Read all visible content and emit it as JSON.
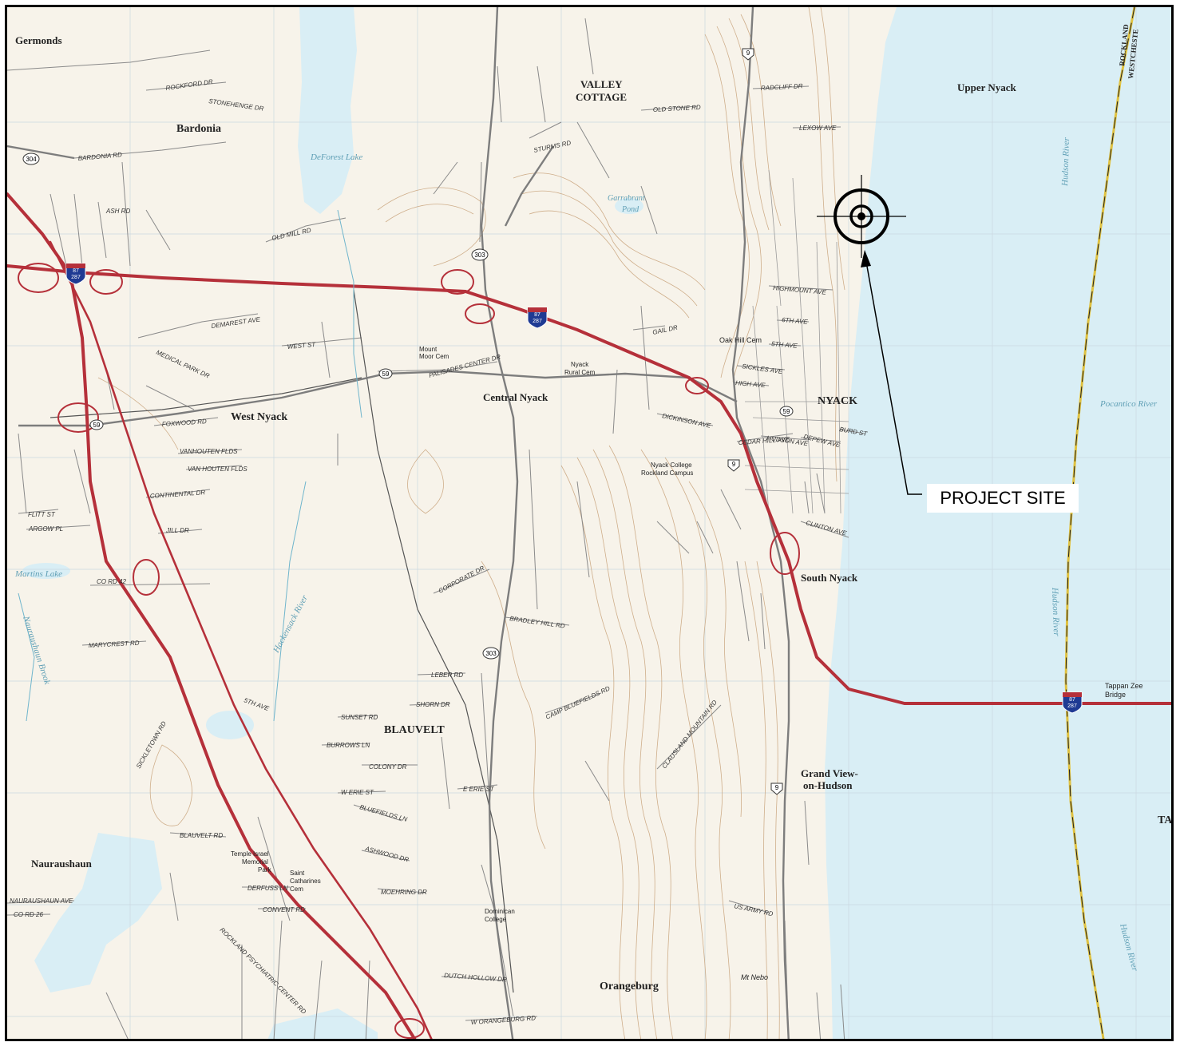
{
  "map": {
    "water_color": "#d9eef5",
    "land_color": "#f7f3ea",
    "interstate_color": "#b5303a",
    "contour_color": "#c8a27a",
    "road_color": "#8a8a8a",
    "towns": [
      {
        "id": "germonds",
        "label": "Germonds"
      },
      {
        "id": "bardonia",
        "label": "Bardonia"
      },
      {
        "id": "valley-cottage-1",
        "label": "VALLEY"
      },
      {
        "id": "valley-cottage-2",
        "label": "COTTAGE"
      },
      {
        "id": "upper-nyack",
        "label": "Upper Nyack"
      },
      {
        "id": "west-nyack",
        "label": "West Nyack"
      },
      {
        "id": "central-nyack",
        "label": "Central Nyack"
      },
      {
        "id": "nyack",
        "label": "NYACK"
      },
      {
        "id": "south-nyack",
        "label": "South Nyack"
      },
      {
        "id": "blauvelt",
        "label": "BLAUVELT"
      },
      {
        "id": "grand-view-1",
        "label": "Grand View-"
      },
      {
        "id": "grand-view-2",
        "label": "on-Hudson"
      },
      {
        "id": "nauraushaun",
        "label": "Nauraushaun"
      },
      {
        "id": "orangeburg",
        "label": "Orangeburg"
      }
    ],
    "water_labels": [
      {
        "id": "deforest-lake",
        "label": "DeForest Lake"
      },
      {
        "id": "garrabrant-pond-1",
        "label": "Garrabrant"
      },
      {
        "id": "garrabrant-pond-2",
        "label": "Pond"
      },
      {
        "id": "hudson-river-1",
        "label": "Hudson River"
      },
      {
        "id": "hudson-river-2",
        "label": "Hudson River"
      },
      {
        "id": "hudson-river-3",
        "label": "Hudson River"
      },
      {
        "id": "pocantico-river",
        "label": "Pocantico River"
      },
      {
        "id": "martins-lake",
        "label": "Martins Lake"
      },
      {
        "id": "hackensack-river",
        "label": "Hackensack River"
      },
      {
        "id": "nauraushaun-brook",
        "label": "Nauraushaun Brook"
      }
    ],
    "places": [
      {
        "id": "mount-moor-cem-1",
        "label": "Mount"
      },
      {
        "id": "mount-moor-cem-2",
        "label": "Moor Cem"
      },
      {
        "id": "nyack-rural-cem-1",
        "label": "Nyack"
      },
      {
        "id": "nyack-rural-cem-2",
        "label": "Rural Cem"
      },
      {
        "id": "oak-hill-cem",
        "label": "Oak Hill Cem"
      },
      {
        "id": "nyack-college-1",
        "label": "Nyack College"
      },
      {
        "id": "nyack-college-2",
        "label": "Rockland Campus"
      },
      {
        "id": "temple-israel-1",
        "label": "Temple Israel"
      },
      {
        "id": "temple-israel-2",
        "label": "Memorial"
      },
      {
        "id": "temple-israel-3",
        "label": "Park"
      },
      {
        "id": "saint-catharines-1",
        "label": "Saint"
      },
      {
        "id": "saint-catharines-2",
        "label": "Catharines"
      },
      {
        "id": "saint-catharines-3",
        "label": "Cem"
      },
      {
        "id": "dominican-college-1",
        "label": "Dominican"
      },
      {
        "id": "dominican-college-2",
        "label": "College"
      },
      {
        "id": "mt-nebo",
        "label": "Mt Nebo"
      },
      {
        "id": "tappan-zee-1",
        "label": "Tappan Zee"
      },
      {
        "id": "tappan-zee-2",
        "label": "Bridge"
      },
      {
        "id": "rockland",
        "label": "ROCKLAND"
      },
      {
        "id": "westchester",
        "label": "WESTCHESTE"
      },
      {
        "id": "ta-edge",
        "label": "TA"
      }
    ],
    "roads": [
      {
        "id": "rockford-dr",
        "label": "ROCKFORD DR"
      },
      {
        "id": "bardonia-rd",
        "label": "BARDONIA RD"
      },
      {
        "id": "old-mill-rd",
        "label": "OLD MILL RD"
      },
      {
        "id": "demarest-ave",
        "label": "DEMAREST AVE"
      },
      {
        "id": "west-st",
        "label": "WEST ST"
      },
      {
        "id": "palisades-center-dr",
        "label": "PALISADES CENTER DR"
      },
      {
        "id": "foxwood-rd",
        "label": "FOXWOOD RD"
      },
      {
        "id": "vanhouten-flds",
        "label": "VANHOUTEN FLDS"
      },
      {
        "id": "van-houten-flds",
        "label": "VAN HOUTEN FLDS"
      },
      {
        "id": "continental-dr",
        "label": "CONTINENTAL DR"
      },
      {
        "id": "jill-dr",
        "label": "JILL DR"
      },
      {
        "id": "argow-pl",
        "label": "ARGOW PL"
      },
      {
        "id": "flitt-st",
        "label": "FLITT ST"
      },
      {
        "id": "co-rd-42",
        "label": "CO RD 42"
      },
      {
        "id": "marycrest-rd",
        "label": "MARYCREST RD"
      },
      {
        "id": "corporate-dr",
        "label": "CORPORATE DR"
      },
      {
        "id": "bradley-hill-rd",
        "label": "BRADLEY HILL RD"
      },
      {
        "id": "leber-rd",
        "label": "LEBER RD"
      },
      {
        "id": "shorn-dr",
        "label": "SHORN DR"
      },
      {
        "id": "sunset-rd",
        "label": "SUNSET RD"
      },
      {
        "id": "burrows-ln",
        "label": "BURROWS LN"
      },
      {
        "id": "colony-dr",
        "label": "COLONY DR"
      },
      {
        "id": "w-erie-st",
        "label": "W ERIE ST"
      },
      {
        "id": "e-erie-st",
        "label": "E ERIE ST"
      },
      {
        "id": "bluefields-ln",
        "label": "BLUEFIELDS LN"
      },
      {
        "id": "blauvelt-rd",
        "label": "BLAUVELT RD"
      },
      {
        "id": "ashwood-dr",
        "label": "ASHWOOD DR"
      },
      {
        "id": "moehring-dr",
        "label": "MOEHRING DR"
      },
      {
        "id": "convent-rd",
        "label": "CONVENT RD"
      },
      {
        "id": "derfuss-ln",
        "label": "DERFUSS LN"
      },
      {
        "id": "dutch-hollow-dr",
        "label": "DUTCH HOLLOW DR"
      },
      {
        "id": "w-orangeburg-rd",
        "label": "W ORANGEBURG RD"
      },
      {
        "id": "nauraushaun-ave",
        "label": "NAURAUSHAUN AVE"
      },
      {
        "id": "co-rd-26",
        "label": "CO RD 26"
      },
      {
        "id": "radcliff-dr",
        "label": "RADCLIFF DR"
      },
      {
        "id": "lexow-ave",
        "label": "LEXOW AVE"
      },
      {
        "id": "old-stone-rd",
        "label": "OLD STONE RD"
      },
      {
        "id": "highmount-ave",
        "label": "HIGHMOUNT AVE"
      },
      {
        "id": "6th-ave",
        "label": "6TH AVE"
      },
      {
        "id": "5th-ave",
        "label": "5TH AVE"
      },
      {
        "id": "sickles-ave",
        "label": "SICKLES AVE"
      },
      {
        "id": "high-ave",
        "label": "HIGH AVE"
      },
      {
        "id": "dickinson-ave",
        "label": "DICKINSON AVE"
      },
      {
        "id": "hudson-ave",
        "label": "HUDSON AVE"
      },
      {
        "id": "cedar-hill-ave",
        "label": "CEDAR HILL AVE"
      },
      {
        "id": "depew-ave",
        "label": "DEPEW AVE"
      },
      {
        "id": "burd-st",
        "label": "BURD ST"
      },
      {
        "id": "clinton-ave",
        "label": "CLINTON AVE"
      },
      {
        "id": "gail-dr",
        "label": "GAIL DR"
      },
      {
        "id": "us-army-rd",
        "label": "US ARMY RD"
      },
      {
        "id": "camp-bluefields-rd",
        "label": "CAMP BLUEFIELDS RD"
      },
      {
        "id": "clausland-mountain-rd",
        "label": "CLAUSLAND MOUNTAIN RD"
      },
      {
        "id": "sturms-rd",
        "label": "STURMS RD"
      },
      {
        "id": "stonehenge-dr",
        "label": "STONEHENGE DR"
      },
      {
        "id": "ash-rd",
        "label": "ASH RD"
      },
      {
        "id": "medical-park-dr",
        "label": "MEDICAL PARK DR"
      },
      {
        "id": "5th-ave-w",
        "label": "5TH AVE"
      },
      {
        "id": "sickletown-rd",
        "label": "SICKLETOWN RD"
      },
      {
        "id": "rockland-psychiatric-center-rd",
        "label": "ROCKLAND PSYCHIATRIC CENTER RD"
      }
    ],
    "shields": [
      {
        "id": "i87-287-west",
        "top": "87",
        "bottom": "287"
      },
      {
        "id": "i87-287-center",
        "top": "87",
        "bottom": "287"
      },
      {
        "id": "i87-287-bridge",
        "top": "87",
        "bottom": "287"
      },
      {
        "id": "rt-303-north",
        "label": "303"
      },
      {
        "id": "rt-303-south",
        "label": "303"
      },
      {
        "id": "rt-59-center",
        "label": "59"
      },
      {
        "id": "rt-59-west",
        "label": "59"
      },
      {
        "id": "rt-59-nyack",
        "label": "59"
      },
      {
        "id": "rt-304",
        "label": "304"
      },
      {
        "id": "us-9-north",
        "label": "9"
      },
      {
        "id": "us-9-center",
        "label": "9"
      },
      {
        "id": "us-9-south",
        "label": "9"
      }
    ],
    "callout": {
      "label": "PROJECT SITE"
    }
  }
}
